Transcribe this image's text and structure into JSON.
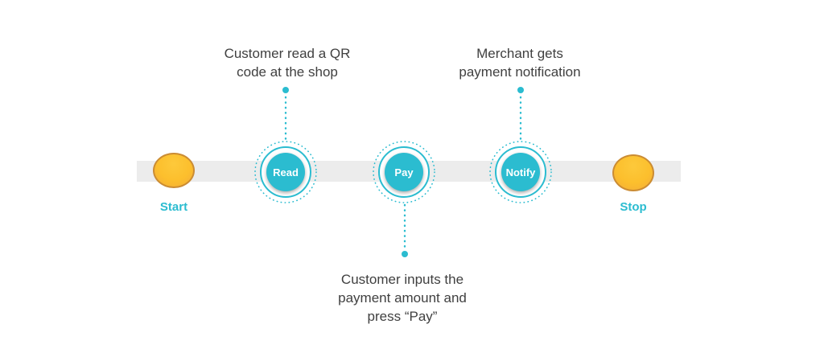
{
  "colors": {
    "teal": "#2BBCD0",
    "yellow": "#FCBF2D",
    "yellow_edge": "#CB8C33",
    "bar_gray": "#ECECEC",
    "text_gray": "#404040"
  },
  "timeline": {
    "start_label": "Start",
    "stop_label": "Stop",
    "milestones": [
      {
        "label": "Read"
      },
      {
        "label": "Pay"
      },
      {
        "label": "Notify"
      }
    ]
  },
  "annotations": [
    {
      "target": "Read",
      "position": "above",
      "text": "Customer read a QR\ncode at the shop"
    },
    {
      "target": "Pay",
      "position": "below",
      "text": "Customer inputs the\npayment amount and\npress “Pay”"
    },
    {
      "target": "Notify",
      "position": "above",
      "text": "Merchant gets\npayment notification"
    }
  ]
}
